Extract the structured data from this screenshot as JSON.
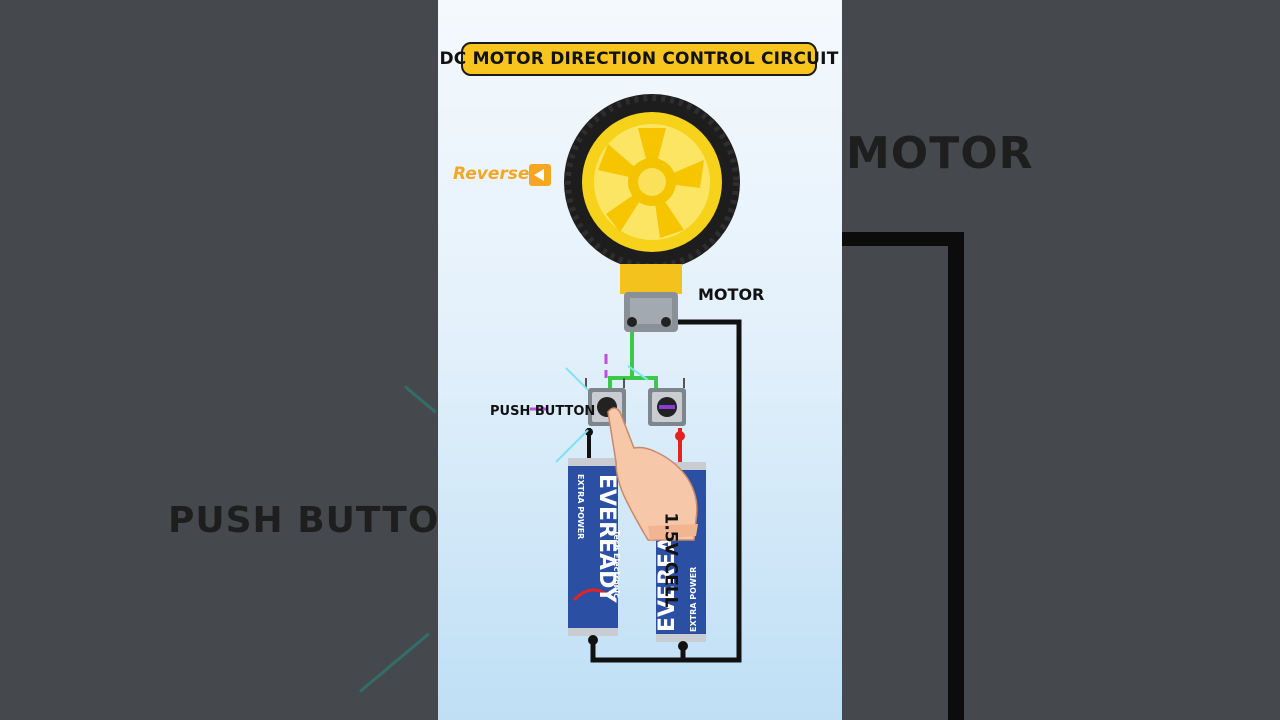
{
  "title": "DC MOTOR DIRECTION CONTROL CIRCUIT",
  "direction_label": "Reverse",
  "labels": {
    "motor": "MOTOR",
    "push_button": "PUSH BUTTON",
    "cell": "1.5V CELL"
  },
  "background_text": {
    "motor": "MOTOR",
    "push_button": "PUSH BUTTON"
  },
  "batteries": [
    {
      "brand": "EVEREADY",
      "sub1": "EXTRA POWER",
      "sub2": "Tech Electronic"
    },
    {
      "brand": "EVEREADY",
      "sub1": "EXTRA POWER"
    }
  ],
  "colors": {
    "banner": "#f7c51e",
    "reverse": "#f5a623",
    "wire_black": "#111111",
    "wire_green": "#3cc94a",
    "wire_red": "#e52222",
    "battery_blue": "#2a4fa3",
    "wheel_yellow": "#f6d21b"
  },
  "icons": [
    "wheel-icon",
    "motor-icon",
    "push-button-icon",
    "battery-icon",
    "hand-pointer-icon",
    "reverse-arrow-icon"
  ]
}
